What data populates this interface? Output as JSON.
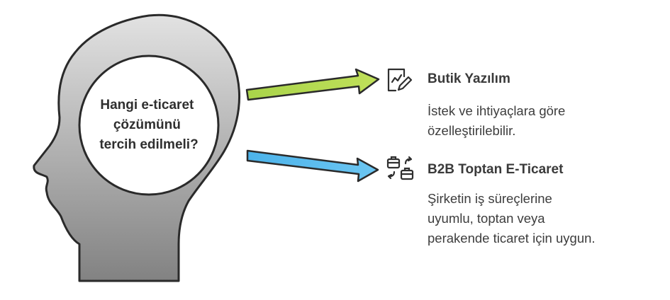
{
  "question": {
    "lines": [
      "Hangi e-ticaret",
      "çözümünü",
      "tercih edilmeli?"
    ]
  },
  "options": [
    {
      "title": "Butik Yazılım",
      "description_lines": [
        "İstek ve ihtiyaçlara göre",
        "özelleştirilebilir."
      ],
      "icon": "document-edit-icon",
      "arrow_color": "#b0d84a"
    },
    {
      "title": "B2B Toptan E-Ticaret",
      "description_lines": [
        "Şirketin iş süreçlerine",
        "uyumlu, toptan veya",
        "perakende ticaret için uygun."
      ],
      "icon": "briefcase-exchange-icon",
      "arrow_color": "#54b7ec"
    }
  ]
}
